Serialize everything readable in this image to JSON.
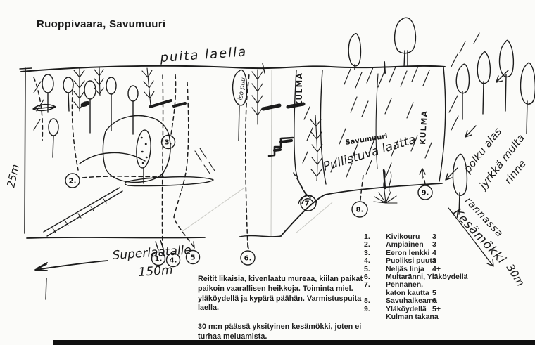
{
  "title": "Ruoppivaara, Savumuuri",
  "colors": {
    "paper": "#fbfbf9",
    "ink": "#1c1c1c"
  },
  "annotations": {
    "puita_laella": "puita laella",
    "height": "25m",
    "iso_puu": "iso puu",
    "kulma": "KULMA",
    "savumuuri": "Savumuuri",
    "pullistuva_laatta": "Pullistuva laatta",
    "polku_line1": "polku alas",
    "polku_line2": "jyrkkä multa",
    "polku_line3": "rinne",
    "rannassa": "rannassa",
    "kesamokki": "Kesämökki",
    "mokki_distance": "30m",
    "superlaatalle": "Superlaatalle",
    "superlaatalle_distance": "150m"
  },
  "markers": [
    "1.",
    "2.",
    "3.",
    "4.",
    "5",
    "6.",
    "7.",
    "8.",
    "9."
  ],
  "route_list": {
    "rows": [
      {
        "num": "1.",
        "name": "Kivikouru",
        "grade": "3"
      },
      {
        "num": "2.",
        "name": "Ampiainen",
        "grade": "3"
      },
      {
        "num": "3.",
        "name": "Eeron lenkki",
        "grade": "4"
      },
      {
        "num": "4.",
        "name": "Puoliksi puuta",
        "grade": "3"
      },
      {
        "num": "5.",
        "name": "Neljäs linja",
        "grade": "4+"
      },
      {
        "num": "6.",
        "name": "Multaränni, Yläköydellä",
        "grade": ""
      },
      {
        "num": "7.",
        "name": "Pennanen,",
        "grade": ""
      },
      {
        "num": "",
        "name": "katon kautta",
        "grade": "5"
      },
      {
        "num": "8.",
        "name": "Savuhalkeama",
        "grade": "6"
      },
      {
        "num": "9.",
        "name": "Yläköydellä",
        "grade": "5+"
      },
      {
        "num": "",
        "name": "Kulman takana",
        "grade": ""
      }
    ]
  },
  "notes": {
    "paragraph1": "Reitit likaisia, kivenlaatu mureaa, kiilan paikat paikoin vaarallisen heikkoja. Toiminta miel. yläköydellä ja kypärä päähän. Varmistuspuita laella.",
    "paragraph2": "30 m:n päässä yksityinen kesämökki, joten ei turhaa meluamista."
  }
}
